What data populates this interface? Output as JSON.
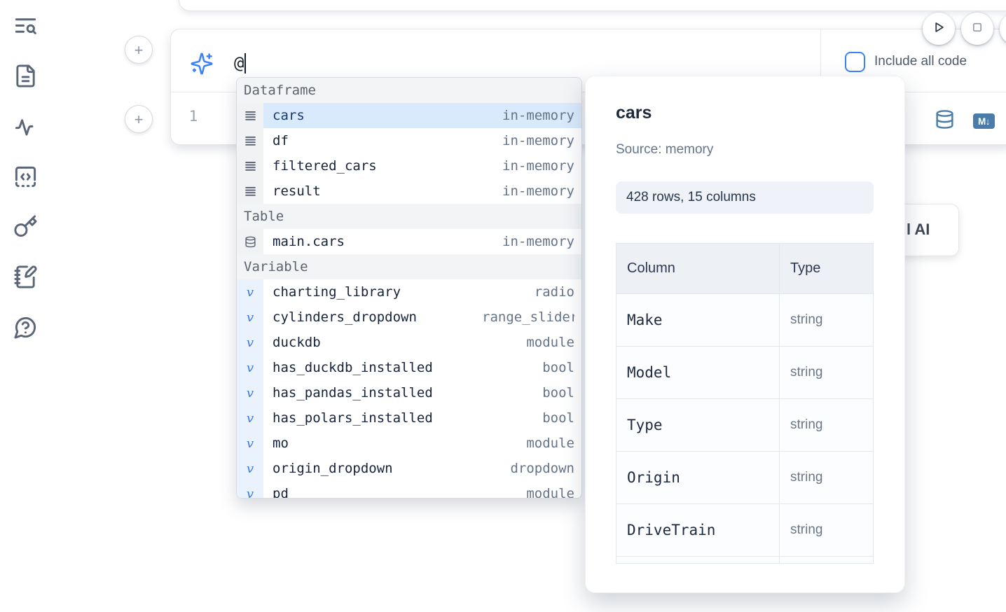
{
  "sidebar": {
    "items": [
      {
        "icon": "text-search-icon"
      },
      {
        "icon": "file-text-icon"
      },
      {
        "icon": "activity-icon"
      },
      {
        "icon": "code-square-icon"
      },
      {
        "icon": "key-icon"
      },
      {
        "icon": "notebook-pen-icon"
      },
      {
        "icon": "help-chat-icon"
      }
    ]
  },
  "toolbar": {
    "run_icon": "play-icon",
    "stop_icon": "stop-icon"
  },
  "prompt": {
    "icon": "sparkles-icon",
    "value": "@",
    "checkbox_label": "Include all code",
    "checkbox_checked": false
  },
  "editor": {
    "line_number": "1",
    "add_cell_label": "+",
    "actions": [
      {
        "icon": "database-icon"
      },
      {
        "icon": "markdown-icon",
        "badge_text": "M↓"
      }
    ]
  },
  "ai_button": {
    "visible_text": "l AI"
  },
  "autocomplete": {
    "sections": [
      {
        "label": "Dataframe",
        "kind": "dataframe",
        "items": [
          {
            "name": "cars",
            "type": "in-memory",
            "selected": true
          },
          {
            "name": "df",
            "type": "in-memory"
          },
          {
            "name": "filtered_cars",
            "type": "in-memory"
          },
          {
            "name": "result",
            "type": "in-memory"
          }
        ]
      },
      {
        "label": "Table",
        "kind": "table",
        "items": [
          {
            "name": "main.cars",
            "type": "in-memory"
          }
        ]
      },
      {
        "label": "Variable",
        "kind": "variable",
        "items": [
          {
            "name": "charting_library",
            "type": "radio"
          },
          {
            "name": "cylinders_dropdown",
            "type": "range_slider"
          },
          {
            "name": "duckdb",
            "type": "module"
          },
          {
            "name": "has_duckdb_installed",
            "type": "bool"
          },
          {
            "name": "has_pandas_installed",
            "type": "bool"
          },
          {
            "name": "has_polars_installed",
            "type": "bool"
          },
          {
            "name": "mo",
            "type": "module"
          },
          {
            "name": "origin_dropdown",
            "type": "dropdown"
          },
          {
            "name": "pd",
            "type": "module"
          }
        ]
      }
    ]
  },
  "preview": {
    "title": "cars",
    "source": "Source: memory",
    "shape_badge": "428 rows, 15 columns",
    "table": {
      "headers": [
        "Column",
        "Type"
      ],
      "rows": [
        [
          "Make",
          "string"
        ],
        [
          "Model",
          "string"
        ],
        [
          "Type",
          "string"
        ],
        [
          "Origin",
          "string"
        ],
        [
          "DriveTrain",
          "string"
        ]
      ]
    }
  },
  "colors": {
    "accent_blue": "#3b82f6",
    "selected_row_bg": "#d8eafb",
    "steel_blue_icon": "#4a7ca9",
    "sidebar_icon": "#5a6577",
    "muted_text": "#64748b",
    "dark_text": "#16233c",
    "section_header_bg": "#f3f4f6",
    "badge_bg": "#eff3f9"
  }
}
